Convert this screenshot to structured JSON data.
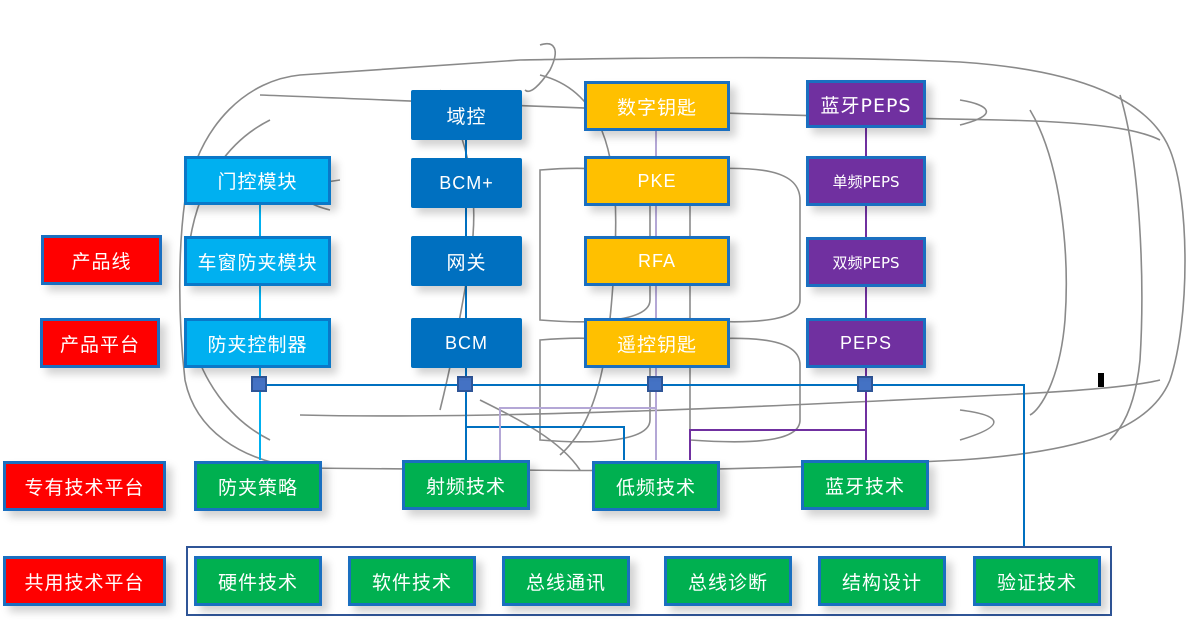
{
  "colors": {
    "category_label": "#ff0000",
    "door_module": "#00b0f0",
    "body_control": "#0070c0",
    "key": "#ffc000",
    "peps": "#7030a0",
    "technology": "#00b050",
    "bus_line": "#0070c0",
    "key_line": "#b4a7d6",
    "peps_line": "#7030a0"
  },
  "row_labels": {
    "product_line": "产品线",
    "product_platform": "产品平台",
    "dedicated_tech_platform": "专有技术平台",
    "shared_tech_platform": "共用技术平台"
  },
  "columns": {
    "door": [
      "门控模块",
      "车窗防夹模块",
      "防夹控制器"
    ],
    "body": [
      "域控",
      "BCM+",
      "网关",
      "BCM"
    ],
    "key": [
      "数字钥匙",
      "PKE",
      "RFA",
      "遥控钥匙"
    ],
    "peps": [
      "蓝牙PEPS",
      "单频PEPS",
      "双频PEPS",
      "PEPS"
    ]
  },
  "dedicated_tech": [
    "防夹策略",
    "射频技术",
    "低频技术",
    "蓝牙技术"
  ],
  "shared_tech": [
    "硬件技术",
    "软件技术",
    "总线通讯",
    "总线诊断",
    "结构设计",
    "验证技术"
  ]
}
